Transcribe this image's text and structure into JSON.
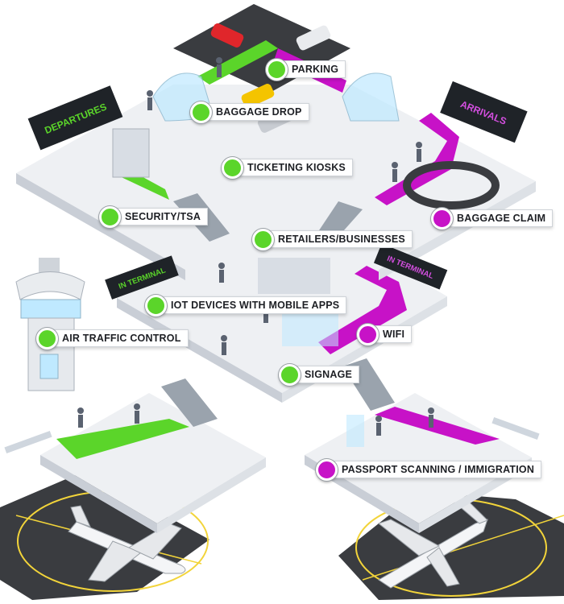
{
  "colors": {
    "green": "#5bd52a",
    "magenta": "#c712c7",
    "floor": "#eef0f3",
    "floor_side": "#c9ced6",
    "runway": "#3a3c40",
    "runway_line": "#f2d43a",
    "sign_bg": "#1f2328"
  },
  "signs": {
    "departures": "DEPARTURES",
    "arrivals": "ARRIVALS",
    "in_terminal_left": "IN TERMINAL",
    "in_terminal_right": "IN TERMINAL"
  },
  "labels": [
    {
      "id": "parking",
      "text": "PARKING",
      "color": "green"
    },
    {
      "id": "baggage-drop",
      "text": "BAGGAGE DROP",
      "color": "green"
    },
    {
      "id": "ticketing-kiosks",
      "text": "TICKETING KIOSKS",
      "color": "green"
    },
    {
      "id": "security-tsa",
      "text": "SECURITY/TSA",
      "color": "green"
    },
    {
      "id": "baggage-claim",
      "text": "BAGGAGE CLAIM",
      "color": "magenta"
    },
    {
      "id": "retailers-businesses",
      "text": "RETAILERS/BUSINESSES",
      "color": "green"
    },
    {
      "id": "iot-devices",
      "text": "IOT DEVICES WITH MOBILE APPS",
      "color": "green"
    },
    {
      "id": "air-traffic-control",
      "text": "AIR TRAFFIC CONTROL",
      "color": "green"
    },
    {
      "id": "wifi",
      "text": "WIFI",
      "color": "magenta"
    },
    {
      "id": "signage",
      "text": "SIGNAGE",
      "color": "green"
    },
    {
      "id": "passport-scanning",
      "text": "PASSPORT SCANNING / IMMIGRATION",
      "color": "magenta"
    }
  ]
}
